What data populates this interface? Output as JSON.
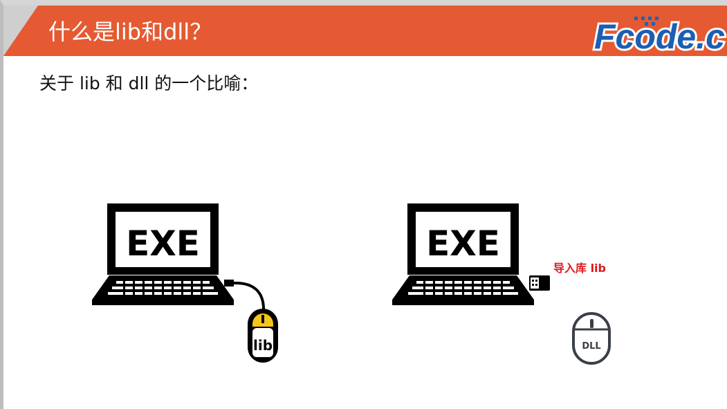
{
  "header": {
    "title": "什么是lib和dll？",
    "logo_text": "Fcode.c",
    "accent_color": "#e55a32"
  },
  "content": {
    "subtitle": "关于 lib 和 dll 的一个比喻：",
    "left_scene": {
      "laptop_screen_label": "EXE",
      "mouse_label": "lib",
      "mouse_accent_color": "#f5c518",
      "icon": "laptop-wired-mouse"
    },
    "right_scene": {
      "laptop_screen_label": "EXE",
      "dongle_callout": "导入库 lib",
      "mouse_label": "DLL",
      "callout_color": "#e0161c",
      "icon": "laptop-wireless-mouse"
    }
  }
}
